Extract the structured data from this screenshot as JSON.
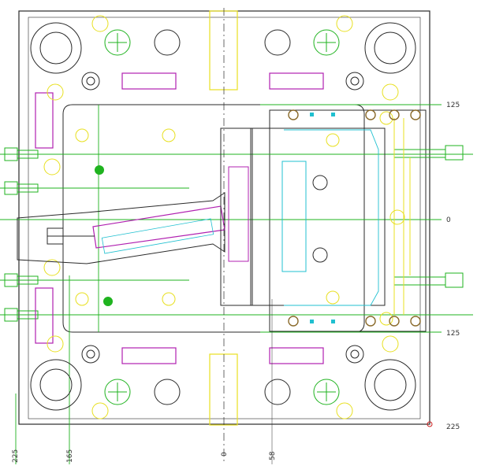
{
  "dimensions": {
    "right_top": "125",
    "right_mid": "0",
    "right_bottom": "125",
    "right_corner": "225",
    "bottom_left": "225",
    "bottom_inner": "165",
    "bottom_center": "0",
    "bottom_right": "58"
  },
  "colors": {
    "outline": "#2a2a2a",
    "green": "#1fb31f",
    "yellow": "#e8e020",
    "magenta": "#b020b0",
    "cyan": "#20c0d0",
    "brown": "#8a6a2a"
  }
}
